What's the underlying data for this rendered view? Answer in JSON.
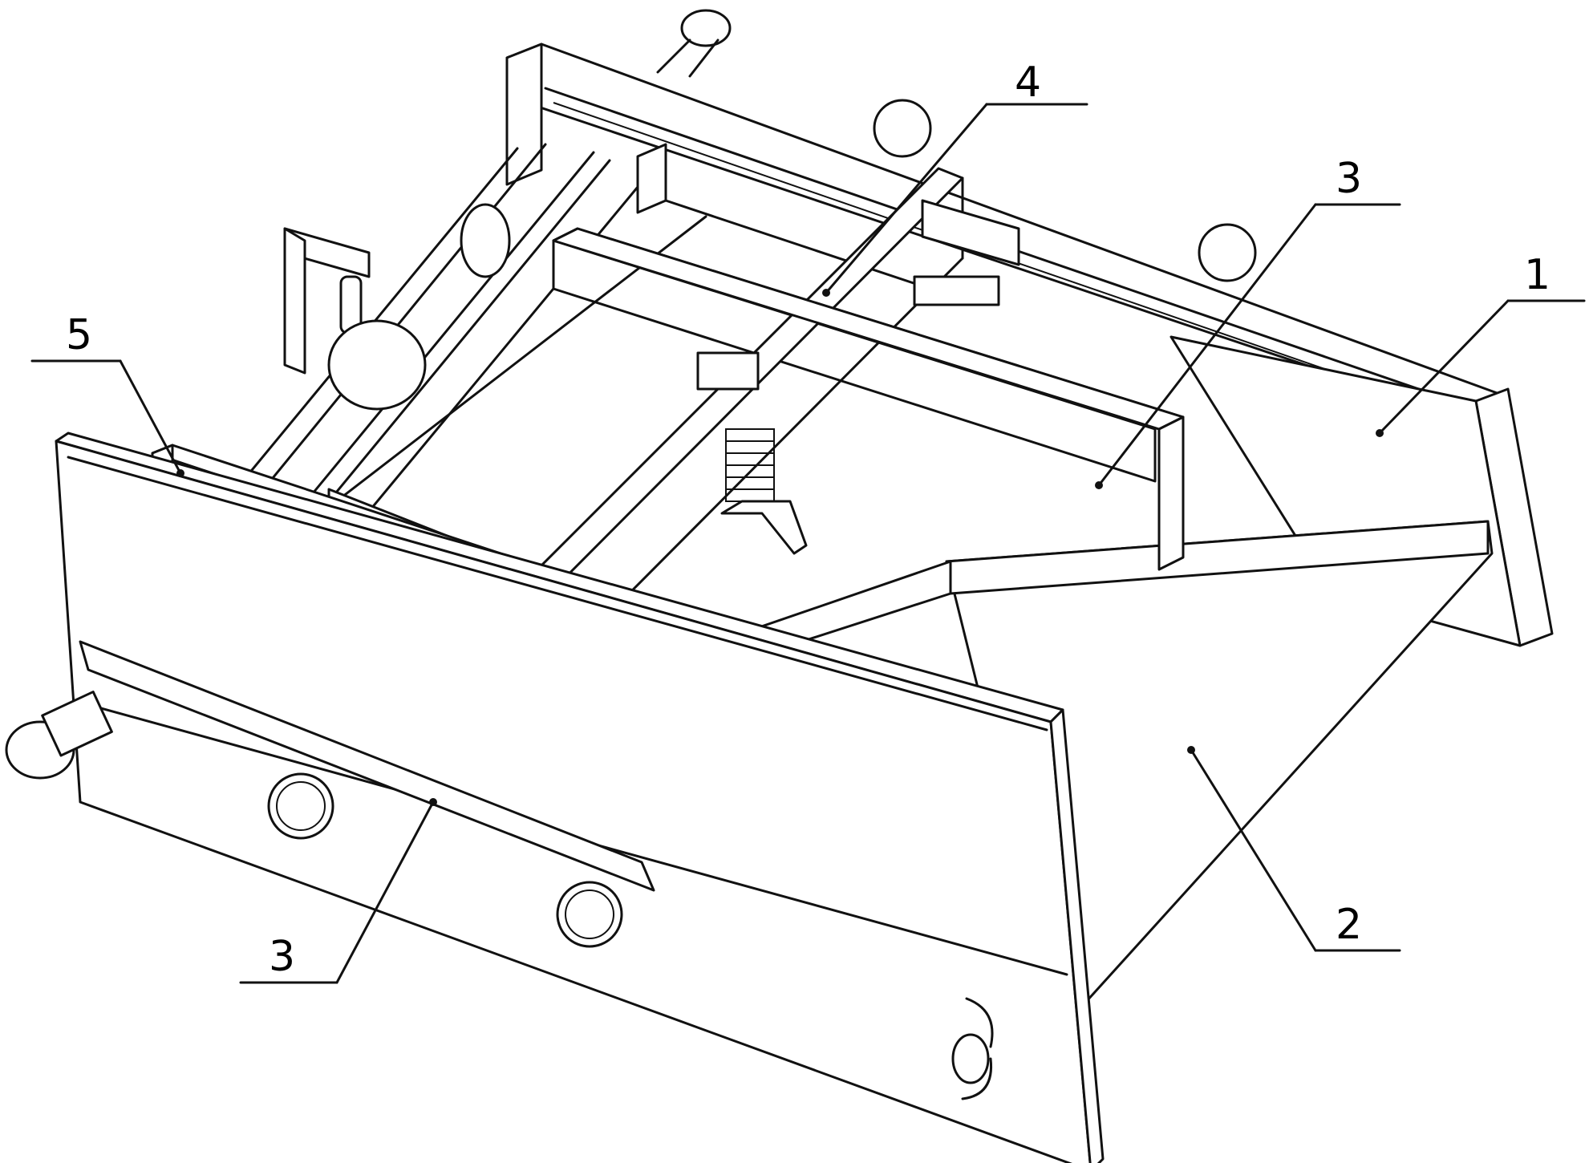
{
  "diagram": {
    "callouts": [
      {
        "id": "callout-1",
        "text": "1"
      },
      {
        "id": "callout-2",
        "text": "2"
      },
      {
        "id": "callout-3-top",
        "text": "3"
      },
      {
        "id": "callout-3-bottom",
        "text": "3"
      },
      {
        "id": "callout-4",
        "text": "4"
      },
      {
        "id": "callout-5",
        "text": "5"
      }
    ]
  }
}
